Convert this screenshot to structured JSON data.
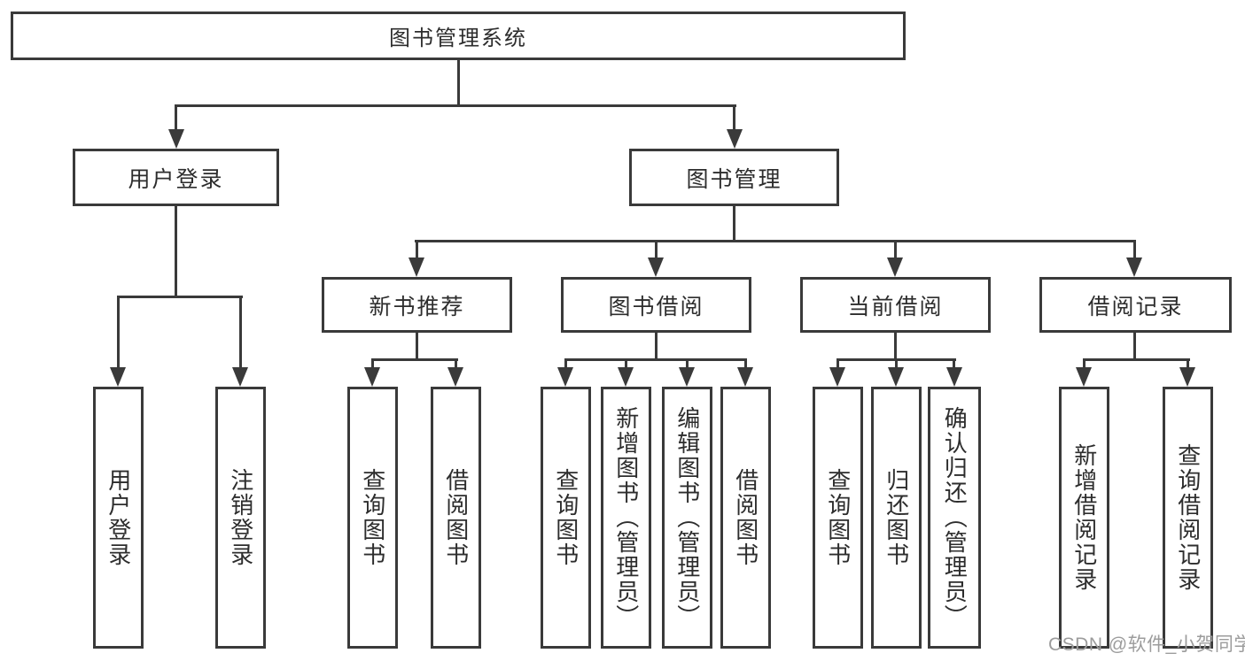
{
  "tree": {
    "label": "图书管理系统",
    "children": [
      {
        "label": "用户登录",
        "children": [
          {
            "label": "用户登录"
          },
          {
            "label": "注销登录"
          }
        ]
      },
      {
        "label": "图书管理",
        "children": [
          {
            "label": "新书推荐",
            "children": [
              {
                "label": "查询图书"
              },
              {
                "label": "借阅图书"
              }
            ]
          },
          {
            "label": "图书借阅",
            "children": [
              {
                "label": "查询图书"
              },
              {
                "label": "新增图书（管理员）"
              },
              {
                "label": "编辑图书（管理员）"
              },
              {
                "label": "借阅图书"
              }
            ]
          },
          {
            "label": "当前借阅",
            "children": [
              {
                "label": "查询图书"
              },
              {
                "label": "归还图书"
              },
              {
                "label": "确认归还（管理员）"
              }
            ]
          },
          {
            "label": "借阅记录",
            "children": [
              {
                "label": "新增借阅记录"
              },
              {
                "label": "查询借阅记录"
              }
            ]
          }
        ]
      }
    ]
  },
  "watermark": "CSDN @软件_小贺同学",
  "colors": {
    "line": "#3a3a3a",
    "box_border": "#3a3a3a",
    "text": "#2d2d2d",
    "background": "#ffffff",
    "watermark": "#9c9c9c"
  }
}
